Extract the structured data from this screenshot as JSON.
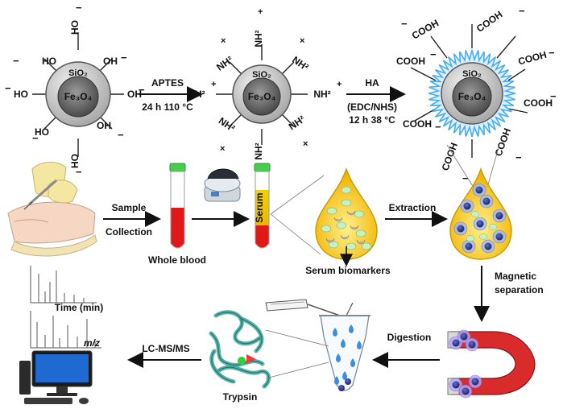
{
  "particles": {
    "p1": {
      "shell": "SiO₂",
      "core": "Fe₃O₄",
      "groups": [
        "HO",
        "HO",
        "HO",
        "OH",
        "OH",
        "OH",
        "HO",
        "HO"
      ]
    },
    "p2": {
      "shell": "SiO₂",
      "core": "Fe₃O₄",
      "groups": [
        "NH²",
        "NH²",
        "NH²",
        "NH²",
        "NH²",
        "NH²",
        "NH²",
        "NH²"
      ]
    },
    "p3": {
      "shell": "SiO₂",
      "core": "Fe₃O₄",
      "groups": [
        "COOH",
        "COOH",
        "COOH",
        "COOH",
        "COOH",
        "COOH",
        "COOH",
        "COOH"
      ]
    }
  },
  "steps": {
    "aptes": {
      "reagent": "APTES",
      "conditions": "24 h 110 °C"
    },
    "ha": {
      "reagent": "HA",
      "activator": "(EDC/NHS)",
      "conditions": "12 h 38 °C"
    },
    "sample": {
      "line1": "Sample",
      "line2": "Collection"
    },
    "whole_blood": "Whole blood",
    "serum": "Serum",
    "serum_biomarkers": "Serum biomarkers",
    "extraction": "Extraction",
    "magnetic": {
      "line1": "Magnetic",
      "line2": "separation"
    },
    "digestion": "Digestion",
    "trypsin": "Trypsin",
    "lcms": "LC-MS/MS"
  },
  "spectra": {
    "top_axis": "Time (min)",
    "bottom_axis": "m/z"
  },
  "colors": {
    "blood": "#e01818",
    "cap": "#44d04a",
    "serum": "#f0c400",
    "drop": "#f7d000",
    "shell_gray": "#c9c9c9",
    "core_dark": "#6b6b6b",
    "corona": "#46aef0",
    "magnet_red": "#d92b2b",
    "protein_teal": "#3aa59a"
  }
}
